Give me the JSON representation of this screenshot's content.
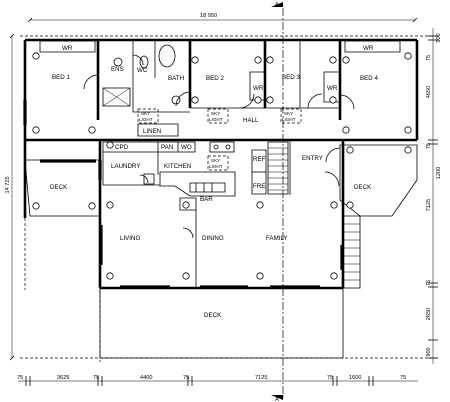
{
  "section_marker": "A",
  "dimensions": {
    "overall_width": "18 950",
    "overall_depth": "14 725",
    "bottom": [
      "75",
      "3625",
      "75",
      "4400",
      "75",
      "7125",
      "75",
      "1600",
      "75"
    ],
    "right": [
      "900",
      "75",
      "4650",
      "75",
      "1200",
      "7125",
      "75",
      "2650",
      "900"
    ]
  },
  "rooms": {
    "wr_top_left": "WR",
    "bed1": "BED 1",
    "ens": "ENS",
    "wc": "WC",
    "bath": "BATH",
    "bed2": "BED 2",
    "bed3": "BED 3",
    "wr_bed3": "WR",
    "wr_top_right": "WR",
    "bed4": "BED 4",
    "wr_bed4": "WR",
    "hall": "HALL",
    "linen": "LINEN",
    "cpd": "CPD",
    "pan": "PAN",
    "wo": "WO",
    "laundry": "LAUNDRY",
    "kitchen": "KITCHEN",
    "entry": "ENTRY",
    "ref": "REF",
    "fre": "FRE",
    "bar": "BAR",
    "living": "LIVING",
    "dining": "DINING",
    "family": "FAMILY",
    "deck_left": "DECK",
    "deck_right": "DECK",
    "deck_bottom": "DECK"
  },
  "skylights": [
    {
      "line1": "SKY",
      "line2": "LIGHT"
    },
    {
      "line1": "SKY",
      "line2": "LIGHT"
    },
    {
      "line1": "SKY",
      "line2": "LIGHT"
    },
    {
      "line1": "SKY",
      "line2": "LIGHT"
    }
  ]
}
